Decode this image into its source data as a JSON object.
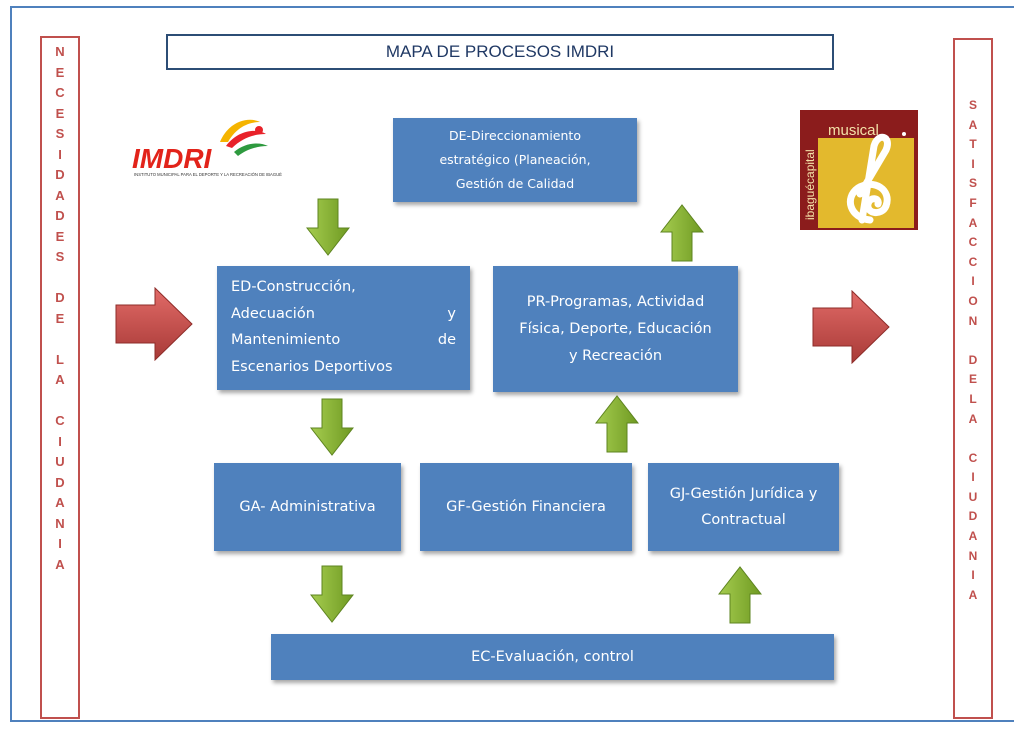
{
  "title": "MAPA DE PROCESOS IMDRI",
  "left_label": [
    "N",
    "E",
    "C",
    "E",
    "S",
    "I",
    "D",
    "A",
    "D",
    "E",
    "S",
    "",
    "D",
    "E",
    "",
    "L",
    "A",
    "",
    "C",
    "I",
    "U",
    "D",
    "A",
    "N",
    "I",
    "A"
  ],
  "right_label": [
    "S",
    "A",
    "T",
    "I",
    "S",
    "F",
    "A",
    "C",
    "C",
    "I",
    "O",
    "N",
    "",
    "D",
    "E",
    "L",
    "A",
    "",
    "C",
    "I",
    "U",
    "D",
    "A",
    "N",
    "I",
    "A"
  ],
  "boxes": {
    "de": [
      "DE-Direccionamiento",
      "estratégico (Planeación,",
      "Gestión de Calidad"
    ],
    "ed": {
      "line1": "ED-Construcción,",
      "line2a": "Adecuación",
      "line2b": "y",
      "line3a": "Mantenimiento",
      "line3b": "de",
      "line4": "Escenarios Deportivos"
    },
    "pr": [
      "PR-Programas, Actividad",
      "Física, Deporte, Educación",
      "y Recreación"
    ],
    "ga": "GA- Administrativa",
    "gf": "GF-Gestión Financiera",
    "gj": [
      "GJ-Gestión Jurídica y",
      "Contractual"
    ],
    "ec": "EC-Evaluación, control"
  },
  "logos": {
    "imdri": {
      "name": "IMDRI",
      "tagline": "INSTITUTO MUNICIPAL PARA EL DEPORTE Y LA RECREACIÓN DE IBAGUÉ"
    },
    "musical": {
      "word": "musical",
      "side_text": "ibaguécapital"
    }
  },
  "colors": {
    "box_fill": "#4f81bd",
    "side_red": "#c0504d",
    "arrow_green": "#8bb33a",
    "arrow_red": "#c0504d",
    "title_border": "#2c4d75"
  }
}
